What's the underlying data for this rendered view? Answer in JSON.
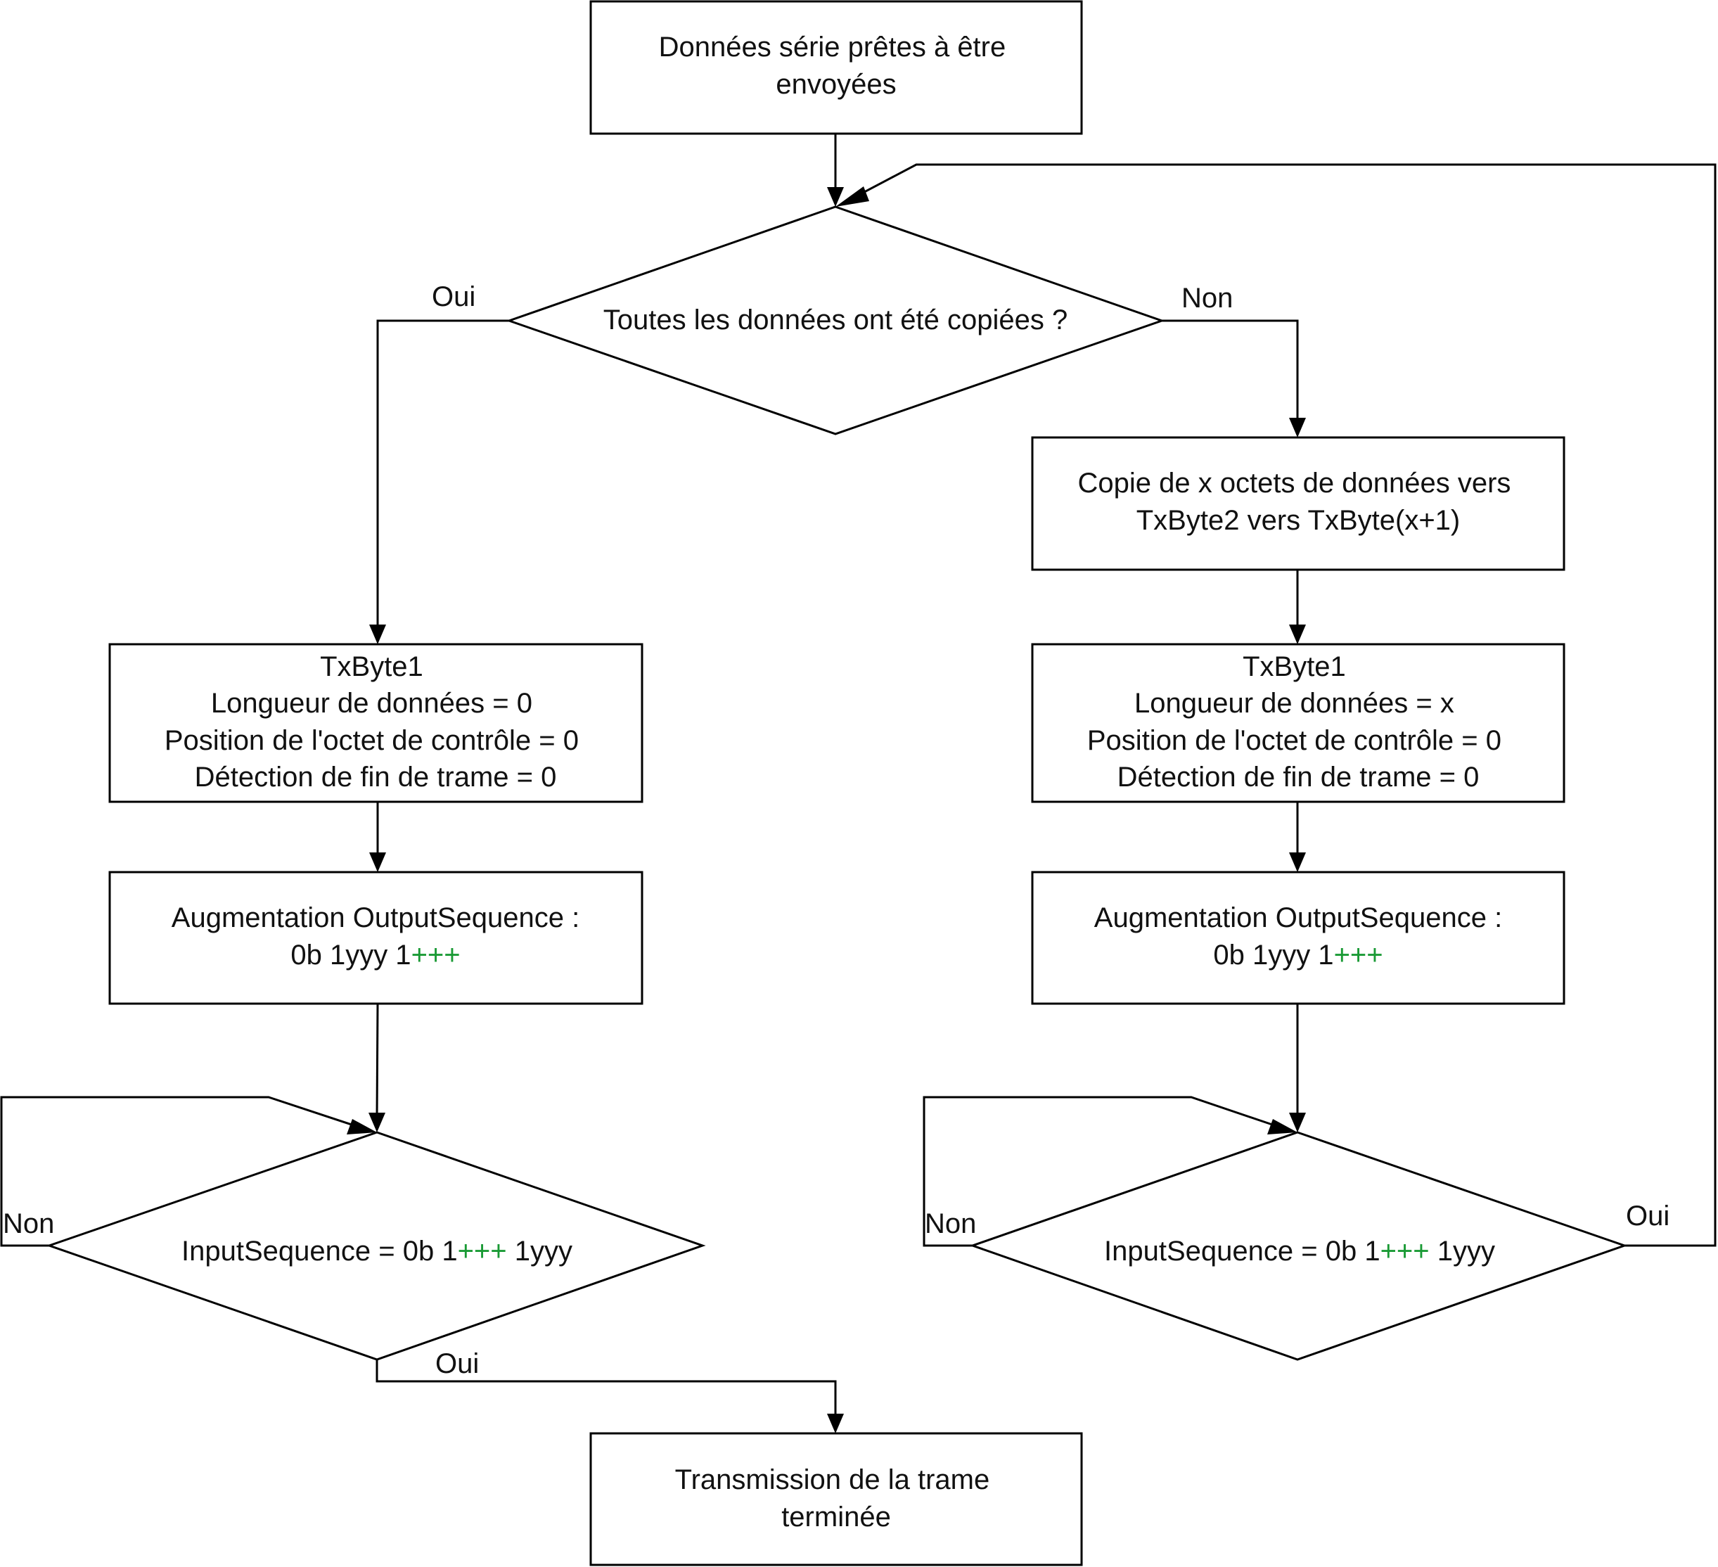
{
  "nodes": {
    "start": {
      "lines": [
        "Données série prêtes à être",
        "envoyées"
      ]
    },
    "decision_copied": {
      "text": "Toutes les données ont été copiées ?"
    },
    "copy_bytes": {
      "lines": [
        "Copie de x octets de données vers",
        "TxByte2 vers TxByte(x+1)"
      ]
    },
    "txbyte_left": {
      "lines": [
        "TxByte1",
        "Longueur de données = 0",
        "Position de l'octet de contrôle = 0",
        "Détection de fin de trame = 0"
      ]
    },
    "txbyte_right": {
      "lines": [
        "TxByte1",
        "Longueur de données = x",
        "Position de l'octet de contrôle = 0",
        "Détection de fin de trame = 0"
      ]
    },
    "output_left": {
      "line1": "Augmentation OutputSequence :",
      "line2_prefix": "0b 1yyy 1",
      "line2_highlight": "+++"
    },
    "output_right": {
      "line1": "Augmentation OutputSequence :",
      "line2_prefix": "0b 1yyy 1",
      "line2_highlight": "+++"
    },
    "input_left": {
      "prefix": "InputSequence = 0b 1",
      "highlight": "+++",
      "suffix": " 1yyy"
    },
    "input_right": {
      "prefix": "InputSequence = 0b 1",
      "highlight": "+++",
      "suffix": " 1yyy"
    },
    "end": {
      "lines": [
        "Transmission de la trame",
        "terminée"
      ]
    }
  },
  "edge_labels": {
    "copied_yes": "Oui",
    "copied_no": "Non",
    "input_left_no": "Non",
    "input_left_yes": "Oui",
    "input_right_no": "Non",
    "input_right_yes": "Oui"
  },
  "colors": {
    "line": "#000000",
    "text": "#111111",
    "highlight": "#1a9a35"
  }
}
